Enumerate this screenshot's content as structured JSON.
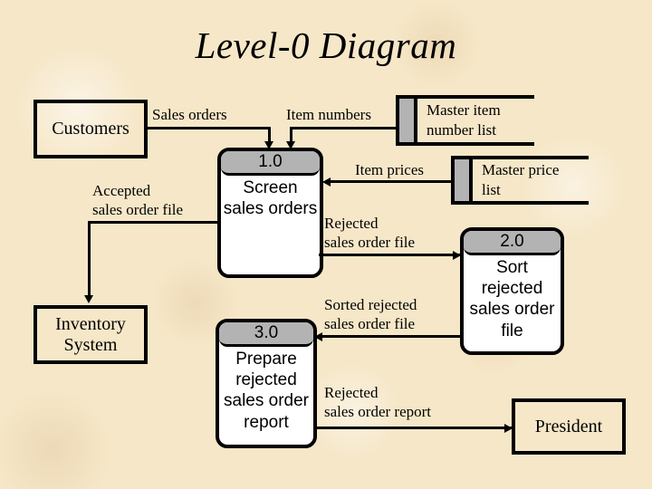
{
  "slide": {
    "title": "Level-0 Diagram",
    "background_color": "#f6e7c8",
    "process_header_color": "#b3b3b3",
    "line_color": "#000000"
  },
  "entities": [
    {
      "id": "customers",
      "label": "Customers"
    },
    {
      "id": "inventory_system",
      "label": "Inventory\nSystem"
    },
    {
      "id": "president",
      "label": "President"
    }
  ],
  "processes": [
    {
      "id": "p1",
      "number": "1.0",
      "label": "Screen\nsales\norders"
    },
    {
      "id": "p2",
      "number": "2.0",
      "label": "Sort\nrejected\nsales order\nfile"
    },
    {
      "id": "p3",
      "number": "3.0",
      "label": "Prepare\nrejected\nsales order\nreport"
    }
  ],
  "data_stores": [
    {
      "id": "ds_item_numbers",
      "line1": "Master item",
      "line2": "number list"
    },
    {
      "id": "ds_price_list",
      "line1": "Master price",
      "line2": "list"
    }
  ],
  "flows": [
    {
      "id": "f_sales_orders",
      "label": "Sales orders"
    },
    {
      "id": "f_item_numbers",
      "label": "Item numbers"
    },
    {
      "id": "f_item_prices",
      "label": "Item prices"
    },
    {
      "id": "f_accepted",
      "label": "Accepted\nsales order file"
    },
    {
      "id": "f_rejected_file",
      "label": "Rejected\nsales order file"
    },
    {
      "id": "f_sorted_rejected",
      "label": "Sorted rejected\nsales order file"
    },
    {
      "id": "f_rejected_report",
      "label": "Rejected\nsales order report"
    }
  ]
}
